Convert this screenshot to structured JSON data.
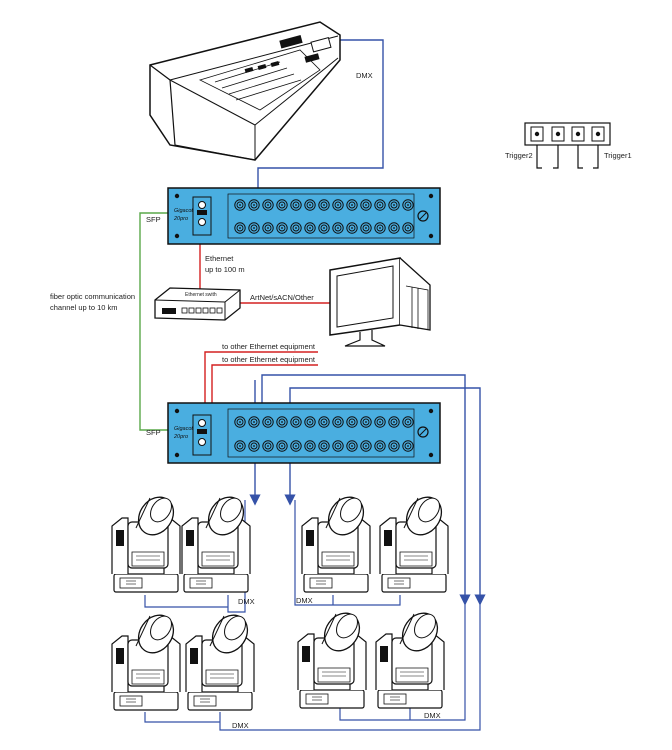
{
  "colors": {
    "dmx_line": "#3552a8",
    "ethernet_line": "#d42020",
    "fiber_line": "#5aa84a",
    "rack_panel": "#4aaee0",
    "outline": "#222222"
  },
  "labels": {
    "dmx_console": "DMX",
    "sfp_top": "SFP",
    "sfp_bottom": "SFP",
    "fiber_line1": "fiber optic communication",
    "fiber_line2": "channel up to 10 km",
    "ethernet_line1": "Ethernet",
    "ethernet_line2": "up to 100  m",
    "switch_label": "Ethernet swith",
    "artnet": "ArtNet/sACN/Other",
    "other_eth1": "to other Ethernet equipment",
    "other_eth2": "to other Ethernet equipment",
    "trigger1": "Trigger1",
    "trigger2": "Trigger2",
    "rack_brand": "Gigacot",
    "rack_model": "20pro",
    "dmx_fix1": "DMX",
    "dmx_fix2": "DMX",
    "dmx_fix3": "DMX",
    "dmx_fix4": "DMX"
  },
  "icons": [
    "lighting-console-icon",
    "rack-node-icon",
    "ethernet-switch-icon",
    "monitor-icon",
    "trigger-connector-icon",
    "moving-head-icon"
  ]
}
